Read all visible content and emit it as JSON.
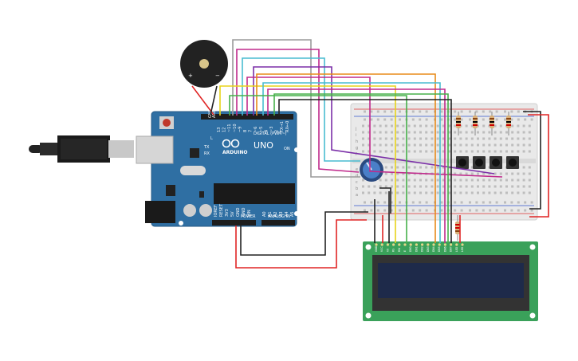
{
  "canvas": {
    "background": "#ffffff"
  },
  "arduino": {
    "brand_label": "ARDUINO",
    "model_label": "UNO",
    "digital_label": "DIGITAL (PWM~)",
    "power_label": "POWER",
    "analog_label": "ANALOG IN",
    "tx_label": "TX",
    "rx_label": "RX",
    "l_label": "L",
    "on_label": "ON",
    "aref_label": "AREF",
    "gnd_label": "GND",
    "digital_pins": [
      "13",
      "12",
      "~11",
      "~10",
      "~9",
      "8",
      "7",
      "~6",
      "~5",
      "4",
      "~3",
      "2",
      "TX→1",
      "RX←0"
    ],
    "power_pins": [
      "IOREF",
      "RESET",
      "3V3",
      "5V",
      "GND",
      "GND",
      "VIN"
    ],
    "analog_pins": [
      "A0",
      "A1",
      "A2",
      "A3",
      "A4",
      "A5"
    ],
    "board_color": "#2f6fa3"
  },
  "buzzer": {
    "plus_label": "+",
    "minus_label": "−"
  },
  "breadboard": {
    "row_letters_top": [
      "j",
      "i",
      "h",
      "g",
      "f"
    ],
    "row_letters_bottom": [
      "e",
      "d",
      "c",
      "b",
      "a"
    ]
  },
  "lcd": {
    "pins": [
      "GND",
      "VCC",
      "V0",
      "RS",
      "RW",
      "E",
      "DB0",
      "DB1",
      "DB2",
      "DB3",
      "DB4",
      "DB5",
      "DB6",
      "DB7",
      "LED",
      "LED"
    ],
    "screen_color": "#1e2a4a",
    "pcb_color": "#3aa15a"
  },
  "wire_colors": {
    "red": "#e02525",
    "black": "#222222",
    "gray": "#9a9a9a",
    "magenta": "#c02a8c",
    "cyan": "#49bcd0",
    "yellow": "#e8d41a",
    "purple": "#7b2fa8",
    "orange": "#e88b1a",
    "green": "#46b04a"
  }
}
